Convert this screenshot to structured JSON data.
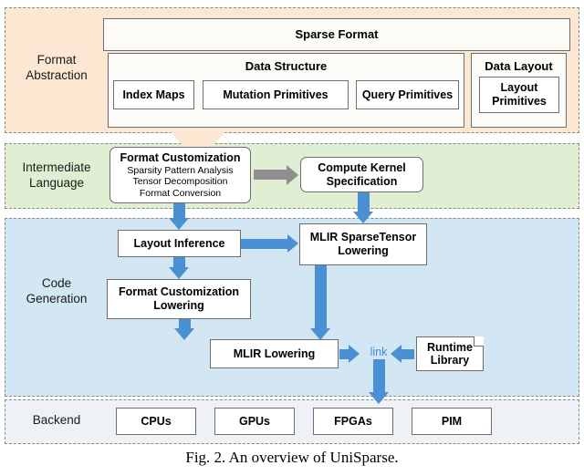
{
  "figure": {
    "caption": "Fig. 2.  An overview of UniSparse."
  },
  "layers": {
    "format_abstraction": {
      "label": "Format\nAbstraction",
      "bg_color": "#fbe7d2",
      "sparse_format": "Sparse Format",
      "data_structure": {
        "label": "Data Structure",
        "items": [
          "Index Maps",
          "Mutation Primitives",
          "Query Primitives"
        ]
      },
      "data_layout": {
        "label": "Data Layout",
        "items": [
          "Layout\nPrimitives"
        ]
      }
    },
    "intermediate_language": {
      "label": "Intermediate\nLanguage",
      "bg_color": "#e0eed4",
      "format_customization": {
        "title": "Format Customization",
        "subitems": [
          "Sparsity Pattern Analysis",
          "Tensor Decomposition",
          "Format Conversion"
        ]
      },
      "compute_kernel_specification": "Compute Kernel\nSpecification"
    },
    "code_generation": {
      "label": "Code\nGeneration",
      "bg_color": "#d3e6f3",
      "nodes": {
        "layout_inference": "Layout Inference",
        "mlir_sparsetensor_lowering": "MLIR SparseTensor\nLowering",
        "format_customization_lowering": "Format Customization\nLowering",
        "mlir_lowering": "MLIR Lowering",
        "link": "link",
        "runtime_library": "Runtime\nLibrary"
      }
    },
    "backend": {
      "label": "Backend",
      "bg_color": "#eef1f5",
      "targets": [
        "CPUs",
        "GPUs",
        "FPGAs",
        "PIM"
      ]
    }
  },
  "colors": {
    "arrow_blue": "#4a90d2",
    "arrow_gray": "#8f8f8f",
    "link_text": "#3a8ddb",
    "panel_border": "#8a8a8a",
    "box_border": "#6d6d6d"
  }
}
